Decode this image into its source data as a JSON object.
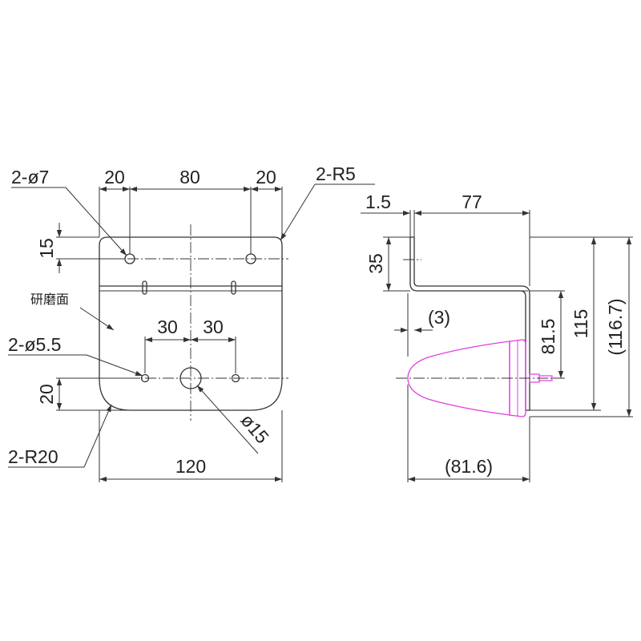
{
  "drawing": {
    "plate_fill": "#a3d9e9",
    "lamp_stroke": "#e040e0",
    "line_color": "#333333",
    "front_view": {
      "hole_large_label": "2-ø7",
      "corner_r_top_label": "2-R5",
      "dim_left_edge": "20",
      "dim_hole_pitch": "80",
      "dim_right_edge": "20",
      "dim_top_hole_v": "15",
      "surface_note": "研磨面",
      "hole_small_label": "2-ø5.5",
      "dim_small_left": "30",
      "dim_small_right": "30",
      "dim_bottom_hole_v": "20",
      "center_hole_label": "ø15",
      "corner_r_bottom_label": "2-R20",
      "dim_total_width": "120"
    },
    "side_view": {
      "dim_thickness": "1.5",
      "dim_depth": "77",
      "dim_flange": "35",
      "dim_gap": "(3)",
      "dim_lamp_center": "81.5",
      "dim_height": "115",
      "dim_total_height": "(116.7)",
      "dim_lamp_length": "(81.6)"
    }
  }
}
